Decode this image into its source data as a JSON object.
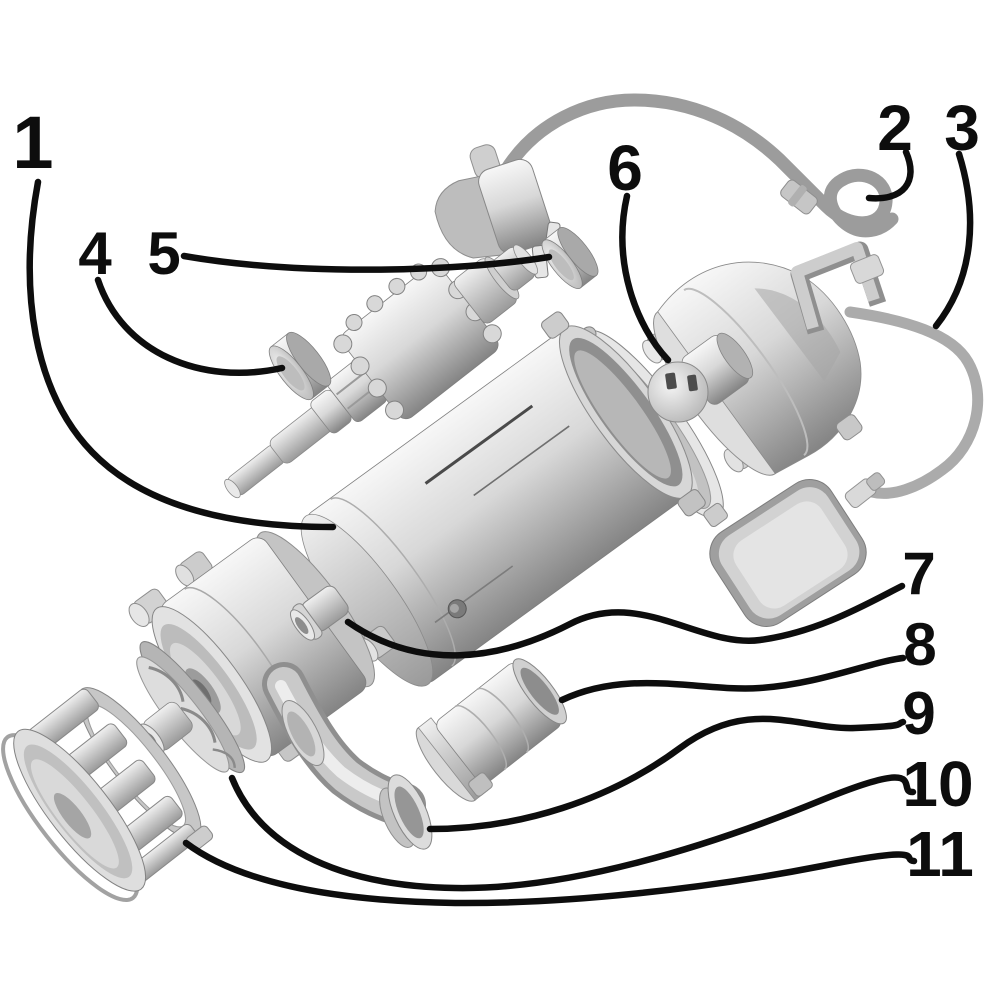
{
  "figure": {
    "kind": "exploded-parts-diagram",
    "subject": "submersible drainage pump, exploded view with numbered callouts",
    "background_color": "#ffffff",
    "ink_color": "#0d0d0d",
    "cord_color": "#9c9c9c",
    "metal_light": "#f4f4f4",
    "metal_dark": "#828282"
  },
  "callouts": [
    {
      "number": "1",
      "points_to": "motor-housing"
    },
    {
      "number": "2",
      "points_to": "power-cord"
    },
    {
      "number": "3",
      "points_to": "float-switch-cable"
    },
    {
      "number": "4",
      "points_to": "front-bearing-disc"
    },
    {
      "number": "5",
      "points_to": "rear-bearing-disc"
    },
    {
      "number": "6",
      "points_to": "capacitor"
    },
    {
      "number": "7",
      "points_to": "volute-outlet-nipple"
    },
    {
      "number": "8",
      "points_to": "hose-coupling"
    },
    {
      "number": "9",
      "points_to": "discharge-elbow"
    },
    {
      "number": "10",
      "points_to": "impeller"
    },
    {
      "number": "11",
      "points_to": "strainer-base"
    }
  ]
}
